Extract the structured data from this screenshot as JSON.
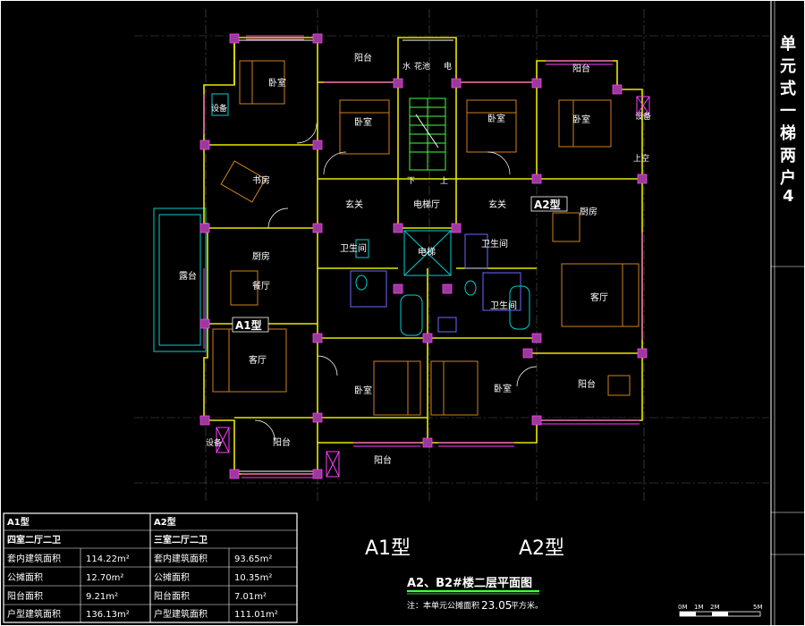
{
  "side_title": "单元式一梯两户4层",
  "rooms": {
    "bedroom": "卧室",
    "balcony": "阳台",
    "equipment": "设备",
    "study": "书房",
    "kitchen": "厨房",
    "dining": "餐厅",
    "living": "客厅",
    "entry": "玄关",
    "elevator_hall": "电梯厅",
    "elevator": "电梯",
    "bathroom": "卫生间",
    "water": "水",
    "flower_pool": "花池",
    "electric": "电",
    "upper_void": "上空",
    "stair_down": "下",
    "stair_up": "上"
  },
  "type_tags": {
    "a1": "A1型",
    "a2": "A2型"
  },
  "big_types": {
    "a1": "A1型",
    "a2": "A2型"
  },
  "drawing_title": "A2、B2#楼二层平面图",
  "note": {
    "prefix": "注：本单元公摊面积",
    "value": "23.05",
    "suffix": "平方米。"
  },
  "scale_labels": [
    "0M",
    "1M",
    "2M",
    "5M"
  ],
  "table": {
    "a1": {
      "type": "A1型",
      "layout": "四室二厅二卫",
      "rows": [
        {
          "label": "套内建筑面积",
          "value": "114.22m²"
        },
        {
          "label": "公摊面积",
          "value": "12.70m²"
        },
        {
          "label": "阳台面积",
          "value": "9.21m²"
        },
        {
          "label": "户型建筑面积",
          "value": "136.13m²"
        }
      ]
    },
    "a2": {
      "type": "A2型",
      "layout": "三室二厅二卫",
      "rows": [
        {
          "label": "套内建筑面积",
          "value": "93.65m²"
        },
        {
          "label": "公摊面积",
          "value": "10.35m²"
        },
        {
          "label": "阳台面积",
          "value": "7.01m²"
        },
        {
          "label": "户型建筑面积",
          "value": "111.01m²"
        }
      ]
    }
  },
  "colors": {
    "wall": "#e8e800",
    "window": "#ff40ff",
    "column": "#9a3a9a",
    "fixture": "#00d0d0",
    "furniture": "#d08020",
    "underline": "#40ff40"
  }
}
